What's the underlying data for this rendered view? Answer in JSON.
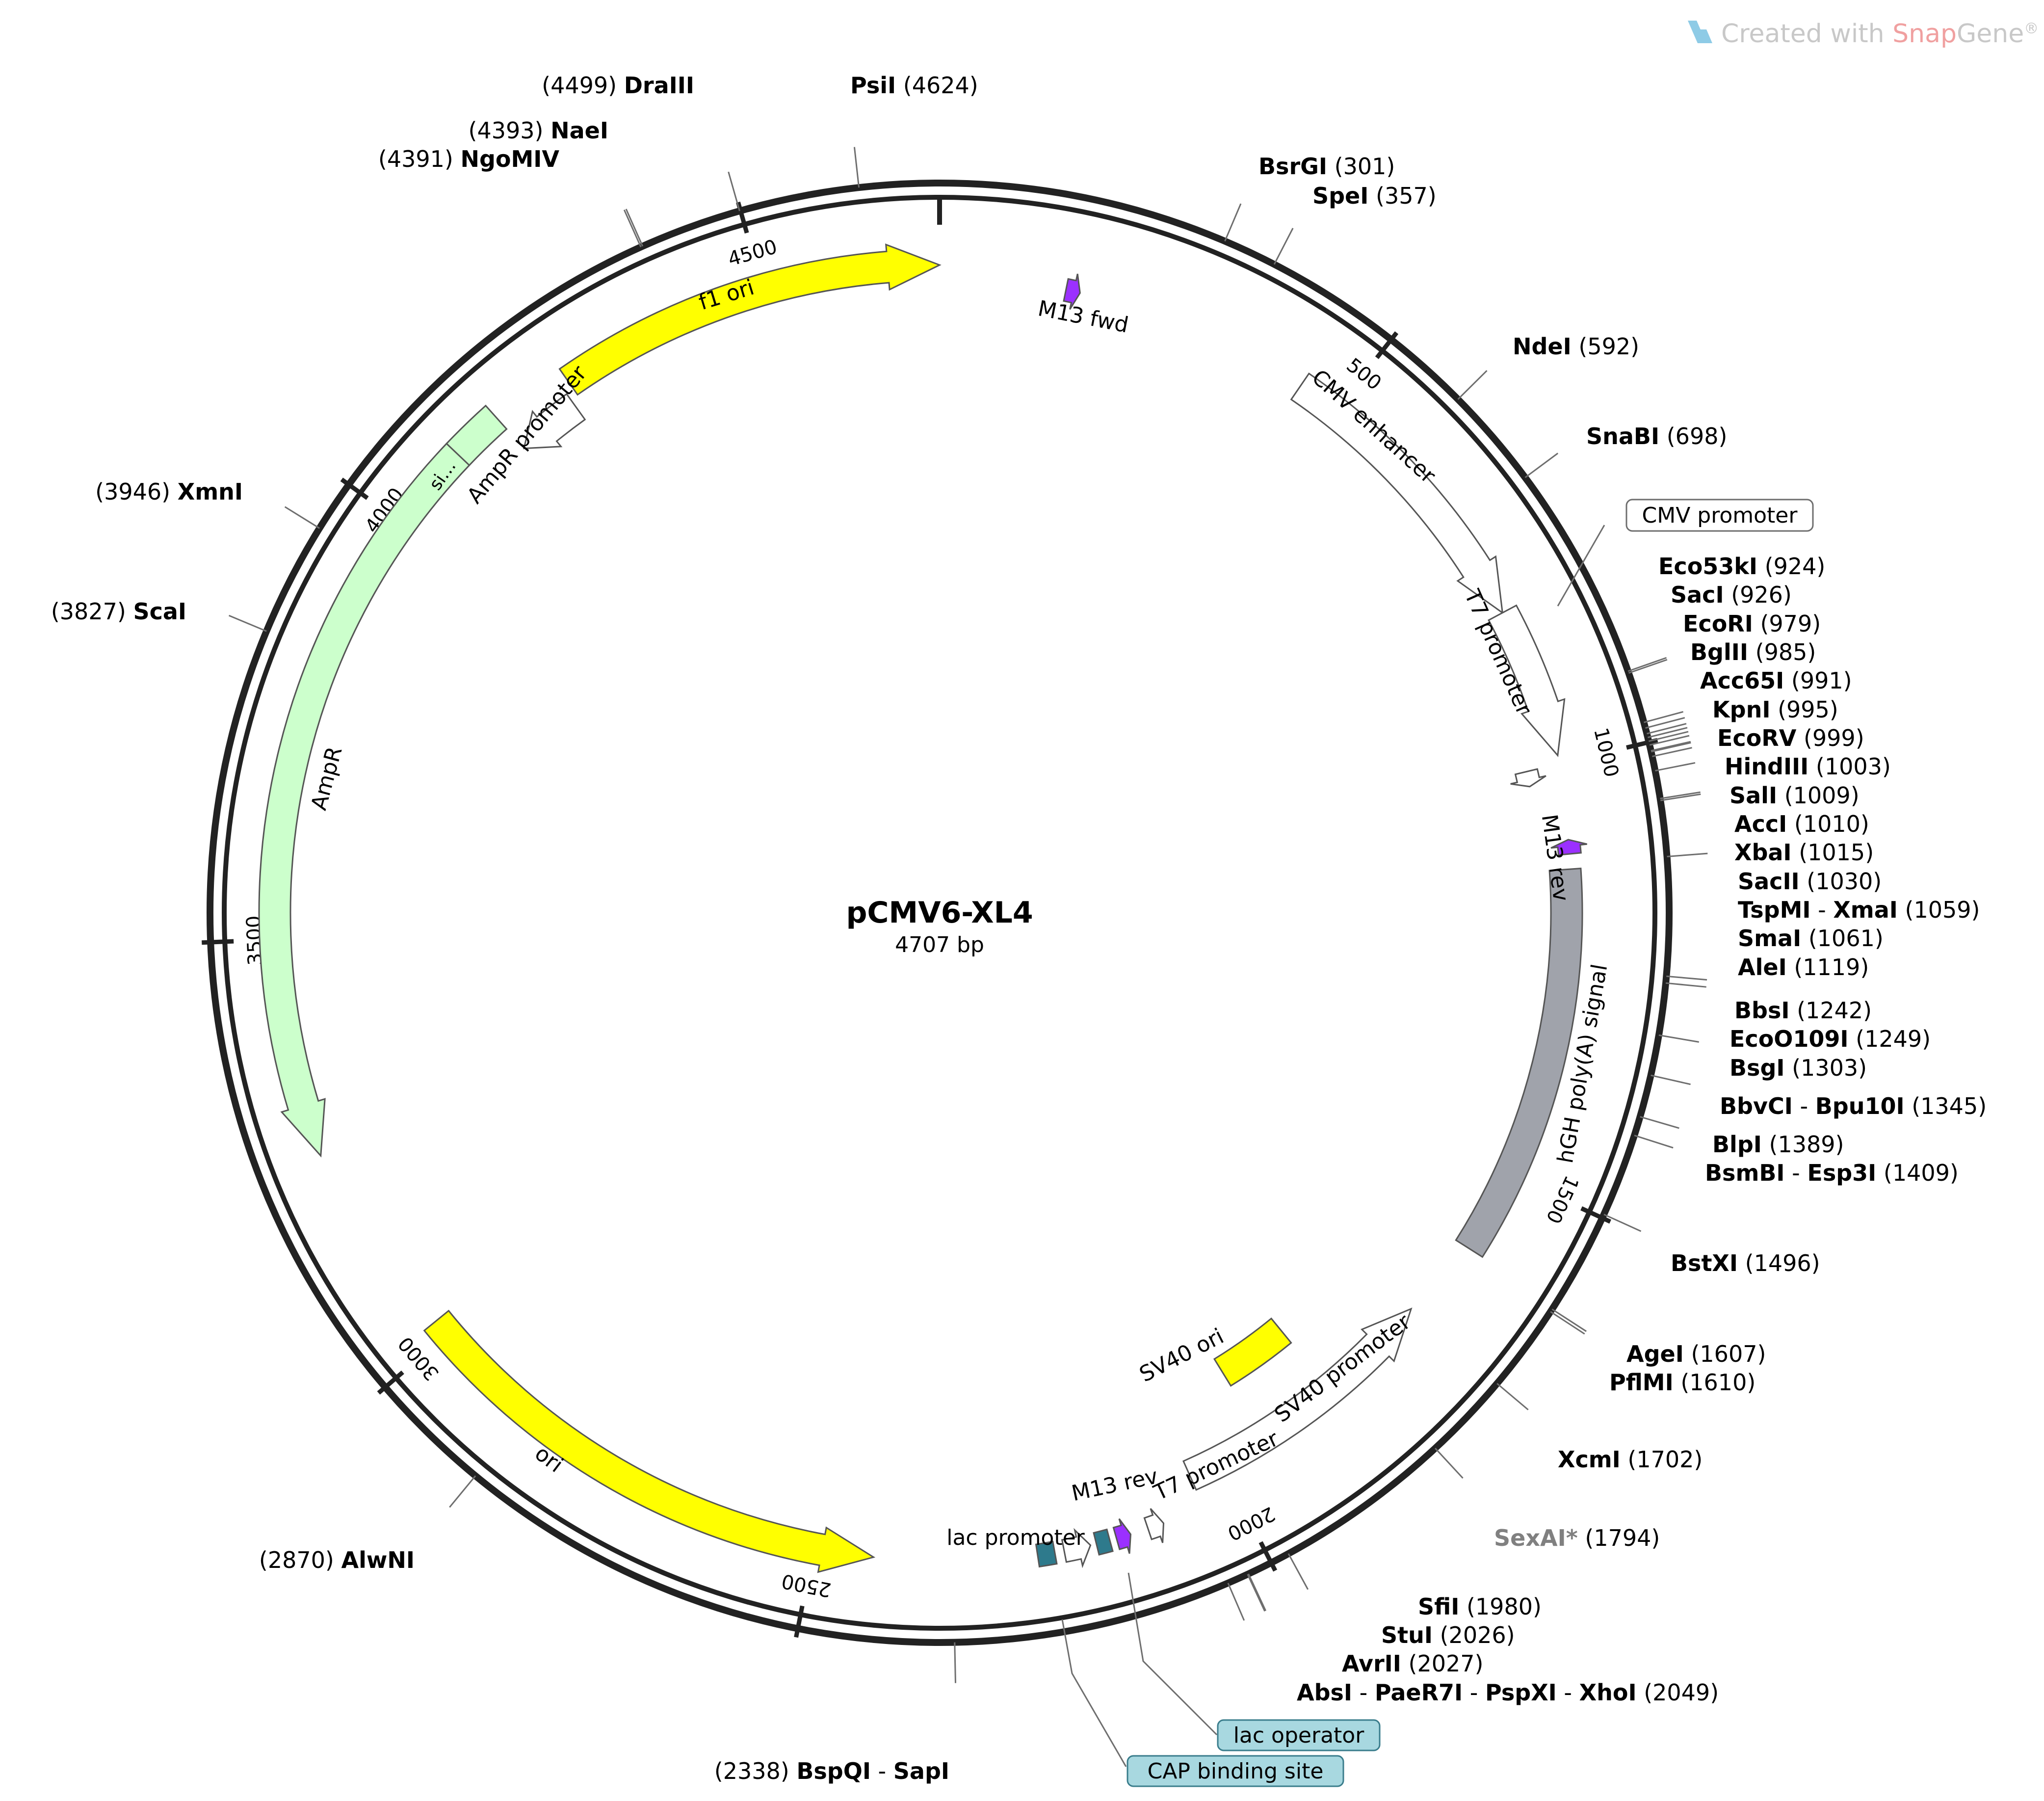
{
  "plasmid": {
    "name": "pCMV6-XL4",
    "length_label": "4707 bp",
    "length": 4707
  },
  "branding": {
    "prefix": "Created with ",
    "snap": "Snap",
    "gene": "Gene",
    "reg": "®",
    "colors": {
      "snap": "#e05a5a",
      "gene": "#9a9a9a",
      "logo": "#8ecbe6"
    }
  },
  "ticks": [
    {
      "pos": 500,
      "label": "500"
    },
    {
      "pos": 1000,
      "label": "1000"
    },
    {
      "pos": 1500,
      "label": "1500"
    },
    {
      "pos": 2000,
      "label": "2000"
    },
    {
      "pos": 2500,
      "label": "2500"
    },
    {
      "pos": 3000,
      "label": "3000"
    },
    {
      "pos": 3500,
      "label": "3500"
    },
    {
      "pos": 4000,
      "label": "4000"
    },
    {
      "pos": 4500,
      "label": "4500"
    }
  ],
  "features": [
    {
      "name": "f1 ori",
      "start": 4250,
      "end": 4707,
      "dir": 1,
      "color": "#ffff00"
    },
    {
      "name": "M13 fwd",
      "start": 150,
      "end": 167,
      "dir": 1,
      "color": "#9b30ff"
    },
    {
      "name": "CMV enhancer",
      "start": 450,
      "end": 810,
      "dir": 1,
      "color": "#ffffff"
    },
    {
      "name": "CMV promoter",
      "start": 810,
      "end": 990,
      "dir": 1,
      "color": "#ffffff"
    },
    {
      "name": "T7 promoter",
      "start": 1000,
      "end": 1019,
      "dir": 1,
      "color": "#ffffff"
    },
    {
      "name": "M13 rev",
      "start": 1090,
      "end": 1107,
      "dir": -1,
      "color": "#9b30ff"
    },
    {
      "name": "hGH poly(A) signal",
      "start": 1125,
      "end": 1600,
      "dir": 0,
      "color": "#a0a3ab"
    },
    {
      "name": "SV40 promoter",
      "start": 1700,
      "end": 2040,
      "dir": -1,
      "color": "#ffffff"
    },
    {
      "name": "SV40 ori",
      "start": 1840,
      "end": 1940,
      "dir": 0,
      "color": "#ffff00"
    },
    {
      "name": "T7 promoter",
      "start": 2090,
      "end": 2109,
      "dir": -1,
      "color": "#ffffff"
    },
    {
      "name": "M13 rev",
      "start": 2130,
      "end": 2147,
      "dir": -1,
      "color": "#9b30ff"
    },
    {
      "name": "lac operator",
      "start": 2155,
      "end": 2171,
      "dir": 0,
      "color": "#2e7a8c"
    },
    {
      "name": "lac promoter",
      "start": 2178,
      "end": 2209,
      "dir": -1,
      "color": "#ffffff"
    },
    {
      "name": "CAP binding site",
      "start": 2220,
      "end": 2240,
      "dir": 0,
      "color": "#2e7a8c"
    },
    {
      "name": "ori",
      "start": 2430,
      "end": 3020,
      "dir": -1,
      "color": "#ffff00"
    },
    {
      "name": "AmpR",
      "start": 3250,
      "end": 4100,
      "dir": -1,
      "color": "#ccffcc"
    },
    {
      "name": "si…",
      "start": 4100,
      "end": 4160,
      "dir": 0,
      "color": "#ccffcc"
    },
    {
      "name": "AmpR promoter",
      "start": 4160,
      "end": 4240,
      "dir": -1,
      "color": "#ffffff"
    }
  ],
  "feature_labels": {
    "f1_ori": "f1 ori",
    "m13_fwd": "M13 fwd",
    "cmv_enhancer": "CMV enhancer",
    "cmv_promoter": "CMV promoter",
    "t7_promoter_1": "T7 promoter",
    "m13_rev_1": "M13 rev",
    "hgh": "hGH poly(A) signal",
    "sv40_promoter": "SV40 promoter",
    "sv40_ori": "SV40 ori",
    "t7_promoter_2": "T7 promoter",
    "m13_rev_2": "M13 rev",
    "lac_promoter": "lac promoter",
    "lac_operator": "lac operator",
    "cap_site": "CAP binding site",
    "ori": "ori",
    "ampr": "AmpR",
    "sig": "si…",
    "ampr_promoter": "AmpR promoter"
  },
  "sites": [
    {
      "id": "BsrGI",
      "enzymes": [
        "BsrGI"
      ],
      "pos": "(301)"
    },
    {
      "id": "SpeI",
      "enzymes": [
        "SpeI"
      ],
      "pos": "(357)"
    },
    {
      "id": "NdeI",
      "enzymes": [
        "NdeI"
      ],
      "pos": "(592)"
    },
    {
      "id": "SnaBI",
      "enzymes": [
        "SnaBI"
      ],
      "pos": "(698)"
    },
    {
      "id": "Eco53kI",
      "enzymes": [
        "Eco53kI"
      ],
      "pos": "(924)"
    },
    {
      "id": "SacI",
      "enzymes": [
        "SacI"
      ],
      "pos": "(926)"
    },
    {
      "id": "EcoRI",
      "enzymes": [
        "EcoRI"
      ],
      "pos": "(979)"
    },
    {
      "id": "BglII",
      "enzymes": [
        "BglII"
      ],
      "pos": "(985)"
    },
    {
      "id": "Acc65I",
      "enzymes": [
        "Acc65I"
      ],
      "pos": "(991)"
    },
    {
      "id": "KpnI",
      "enzymes": [
        "KpnI"
      ],
      "pos": "(995)"
    },
    {
      "id": "EcoRV",
      "enzymes": [
        "EcoRV"
      ],
      "pos": "(999)"
    },
    {
      "id": "HindIII",
      "enzymes": [
        "HindIII"
      ],
      "pos": "(1003)"
    },
    {
      "id": "SalI",
      "enzymes": [
        "SalI"
      ],
      "pos": "(1009)"
    },
    {
      "id": "AccI",
      "enzymes": [
        "AccI"
      ],
      "pos": "(1010)"
    },
    {
      "id": "XbaI",
      "enzymes": [
        "XbaI"
      ],
      "pos": "(1015)"
    },
    {
      "id": "SacII",
      "enzymes": [
        "SacII"
      ],
      "pos": "(1030)"
    },
    {
      "id": "TspMI",
      "enzymes": [
        "TspMI",
        "XmaI"
      ],
      "pos": "(1059)"
    },
    {
      "id": "SmaI",
      "enzymes": [
        "SmaI"
      ],
      "pos": "(1061)"
    },
    {
      "id": "AleI",
      "enzymes": [
        "AleI"
      ],
      "pos": "(1119)"
    },
    {
      "id": "BbsI",
      "enzymes": [
        "BbsI"
      ],
      "pos": "(1242)"
    },
    {
      "id": "EcoO109I",
      "enzymes": [
        "EcoO109I"
      ],
      "pos": "(1249)"
    },
    {
      "id": "BsgI",
      "enzymes": [
        "BsgI"
      ],
      "pos": "(1303)"
    },
    {
      "id": "BbvCI",
      "enzymes": [
        "BbvCI",
        "Bpu10I"
      ],
      "pos": "(1345)"
    },
    {
      "id": "BlpI",
      "enzymes": [
        "BlpI"
      ],
      "pos": "(1389)"
    },
    {
      "id": "BsmBI",
      "enzymes": [
        "BsmBI",
        "Esp3I"
      ],
      "pos": "(1409)"
    },
    {
      "id": "BstXI",
      "enzymes": [
        "BstXI"
      ],
      "pos": "(1496)"
    },
    {
      "id": "AgeI",
      "enzymes": [
        "AgeI"
      ],
      "pos": "(1607)"
    },
    {
      "id": "PflMI",
      "enzymes": [
        "PflMI"
      ],
      "pos": "(1610)"
    },
    {
      "id": "XcmI",
      "enzymes": [
        "XcmI"
      ],
      "pos": "(1702)"
    },
    {
      "id": "SexAI",
      "enzymes": [
        "SexAI*"
      ],
      "pos": "(1794)",
      "dim": true
    },
    {
      "id": "SfiI",
      "enzymes": [
        "SfiI"
      ],
      "pos": "(1980)"
    },
    {
      "id": "StuI",
      "enzymes": [
        "StuI"
      ],
      "pos": "(2026)"
    },
    {
      "id": "AvrII",
      "enzymes": [
        "AvrII"
      ],
      "pos": "(2027)"
    },
    {
      "id": "AbsI",
      "enzymes": [
        "AbsI",
        "PaeR7I",
        "PspXI",
        "XhoI"
      ],
      "pos": "(2049)"
    },
    {
      "id": "BspQI",
      "enzymes": [
        "BspQI",
        "SapI"
      ],
      "pos": "(2338)"
    },
    {
      "id": "AlwNI",
      "enzymes": [
        "AlwNI"
      ],
      "pos": "(2870)"
    },
    {
      "id": "ScaI",
      "enzymes": [
        "ScaI"
      ],
      "pos": "(3827)"
    },
    {
      "id": "XmnI",
      "enzymes": [
        "XmnI"
      ],
      "pos": "(3946)"
    },
    {
      "id": "NgoMIV",
      "enzymes": [
        "NgoMIV"
      ],
      "pos": "(4391)"
    },
    {
      "id": "NaeI",
      "enzymes": [
        "NaeI"
      ],
      "pos": "(4393)"
    },
    {
      "id": "DraIII",
      "enzymes": [
        "DraIII"
      ],
      "pos": "(4499)"
    },
    {
      "id": "PsiI",
      "enzymes": [
        "PsiI"
      ],
      "pos": "(4624)"
    }
  ]
}
